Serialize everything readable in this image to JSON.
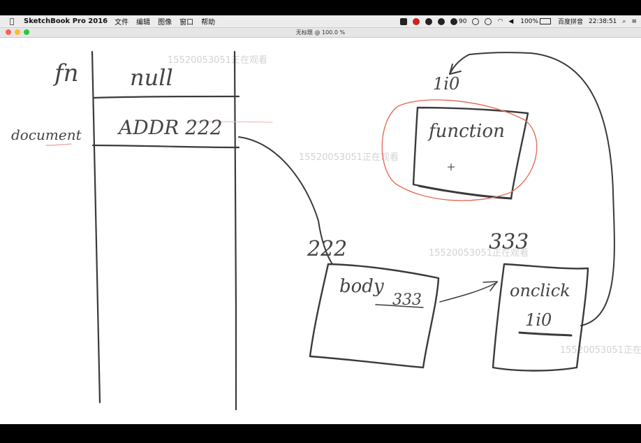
{
  "menubar": {
    "app_name": "SketchBook Pro 2016",
    "menus": [
      "文件",
      "编辑",
      "图像",
      "窗口",
      "帮助"
    ],
    "status": {
      "temperature": "90",
      "battery": "100%",
      "input_method": "百度拼音",
      "clock": "22:38:51"
    }
  },
  "window": {
    "title": "无标题 @ 100.0 %"
  },
  "watermark": "15520053051正在观看",
  "sketch": {
    "labels": {
      "fn": "fn",
      "document": "document",
      "null": "null",
      "addr": "ADDR 222",
      "addr222": "222",
      "body": "body",
      "body_ref": "333",
      "addr333": "333",
      "onclick": "onclick",
      "onclick_ref": "1i0",
      "addr_fn": "1i0",
      "function": "function"
    }
  }
}
